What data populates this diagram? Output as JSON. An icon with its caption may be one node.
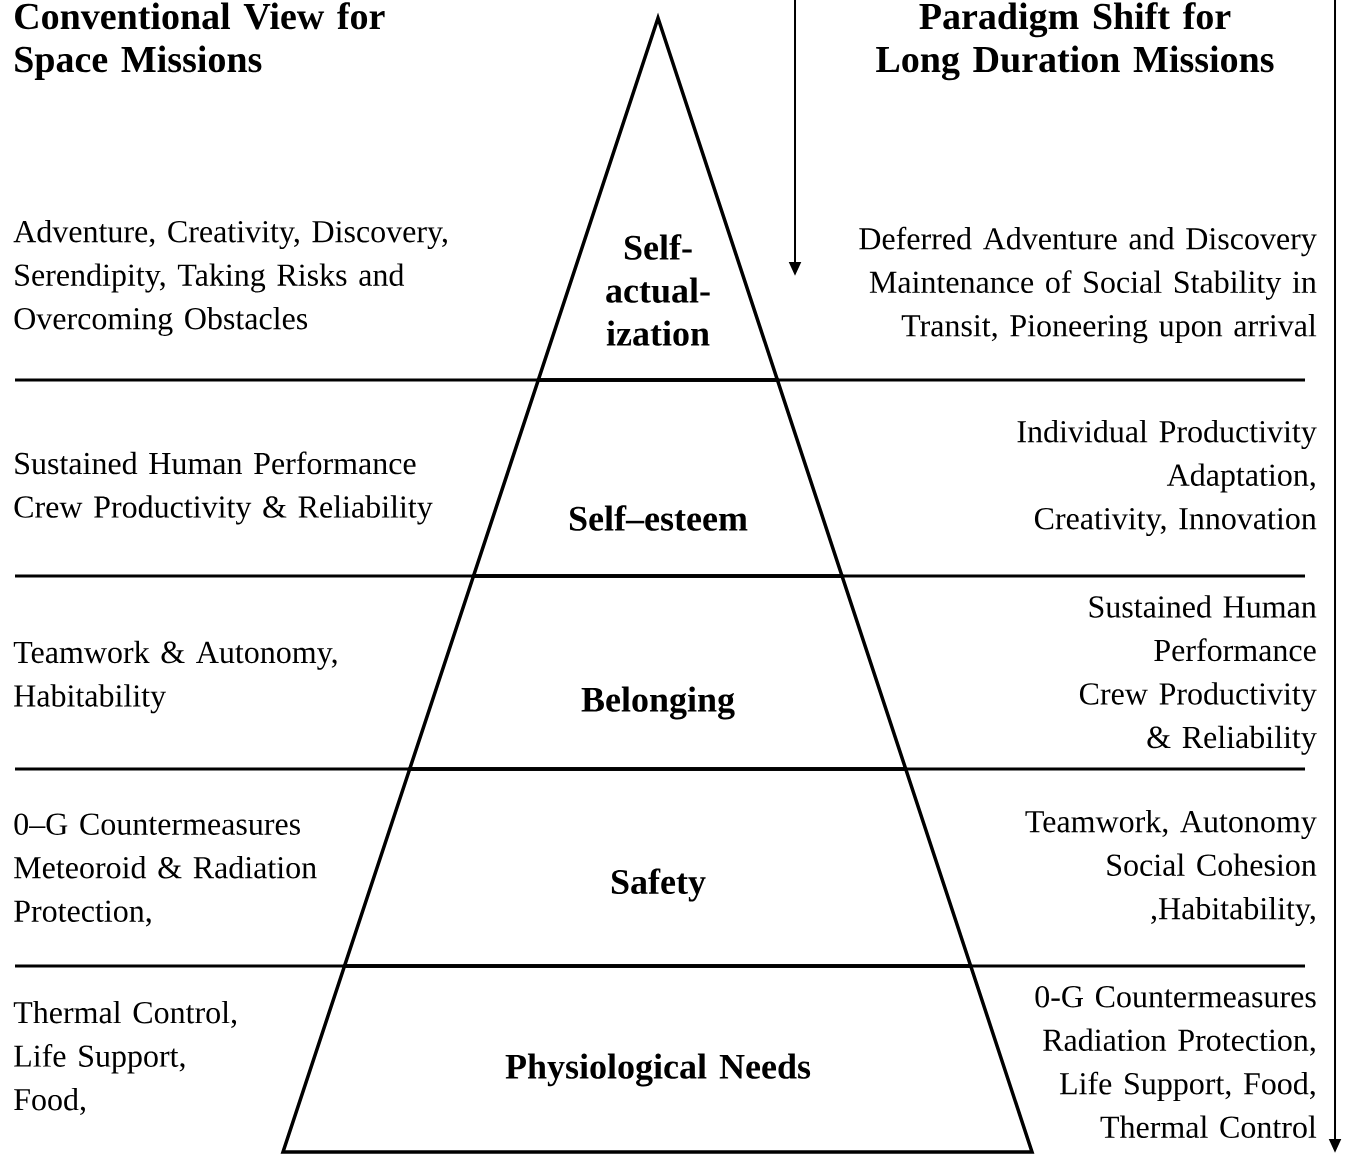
{
  "diagram": {
    "nodes": [
      {
        "text": [
          "Self- actual- ization"
        ]
      },
      {
        "text": [
          "Self–esteem"
        ]
      },
      {
        "text": [
          "Belonging"
        ]
      },
      {
        "text": [
          "Safety"
        ]
      },
      {
        "text": [
          "Physiological Needs"
        ]
      }
    ],
    "labels": [
      "Conventional View for Space Missions",
      "Paradigm Shift for Long Duration Missions",
      "Adventure, Creativity, Discovery, Serendipity, Taking Risks and Overcoming Obstacles",
      "Deferred Adventure and Discovery Maintenance of Social Stability in Transit, Pioneering upon arrival",
      "Sustained Human Performance Crew Productivity & Reliability",
      "Individual Productivity Adaptation, Creativity, Innovation",
      "Teamwork & Autonomy, Habitability",
      "Sustained Human Performance Crew Productivity & Reliability",
      "0–G Countermeasures Meteoroid & Radiation Protection,",
      "Teamwork, Autonomy Social Cohesion ,Habitability,",
      "Thermal Control, Life Support, Food,",
      "0-G Countermeasures Radiation Protection, Life Support, Food, Thermal Control"
    ]
  }
}
